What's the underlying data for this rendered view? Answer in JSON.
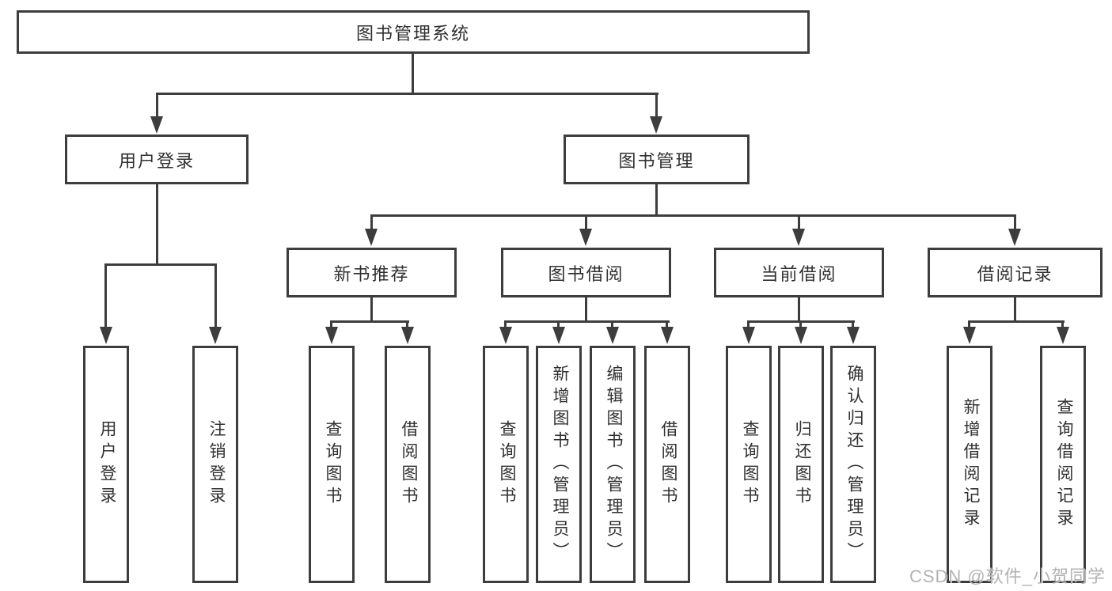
{
  "colors": {
    "line": "#3d3d3d",
    "text": "#303030",
    "box_background": "#ffffff",
    "page_background": "#ffffff",
    "watermark": "#b3b3b3"
  },
  "tree": {
    "label": "图书管理系统",
    "children": [
      {
        "label": "用户登录",
        "children": [
          {
            "label": "用户登录"
          },
          {
            "label": "注销登录"
          }
        ]
      },
      {
        "label": "图书管理",
        "children": [
          {
            "label": "新书推荐",
            "children": [
              {
                "label": "查询图书"
              },
              {
                "label": "借阅图书"
              }
            ]
          },
          {
            "label": "图书借阅",
            "children": [
              {
                "label": "查询图书"
              },
              {
                "label": "新增图书（管理员）"
              },
              {
                "label": "编辑图书（管理员）"
              },
              {
                "label": "借阅图书"
              }
            ]
          },
          {
            "label": "当前借阅",
            "children": [
              {
                "label": "查询图书"
              },
              {
                "label": "归还图书"
              },
              {
                "label": "确认归还（管理员）"
              }
            ]
          },
          {
            "label": "借阅记录",
            "children": [
              {
                "label": "新增借阅记录"
              },
              {
                "label": "查询借阅记录"
              }
            ]
          }
        ]
      }
    ]
  },
  "watermark": {
    "text": "CSDN @软件_小贺同学"
  }
}
